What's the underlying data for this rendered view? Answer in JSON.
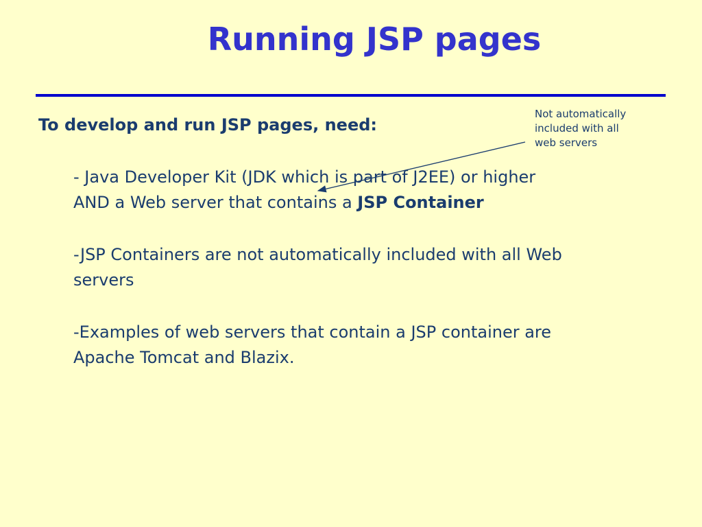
{
  "slide": {
    "title": "Running JSP pages",
    "lead": "To develop and run JSP pages, need:",
    "callout": {
      "line1": "Not automatically",
      "line2": "included with all",
      "line3": "web servers"
    },
    "bullets": [
      {
        "line1": "- Java Developer Kit (JDK which is part of J2EE) or higher",
        "line2_plain": "AND  a Web server that contains a ",
        "line2_bold": "JSP Container"
      },
      {
        "line1": "-JSP Containers are not automatically included with all Web",
        "line2": "servers"
      },
      {
        "line1": "-Examples of web servers that contain a JSP container are",
        "line2": "Apache Tomcat and Blazix."
      }
    ]
  },
  "colors": {
    "background": "#ffffcc",
    "title": "#3333cc",
    "rule": "#0000cc",
    "text": "#1a3c6e"
  }
}
